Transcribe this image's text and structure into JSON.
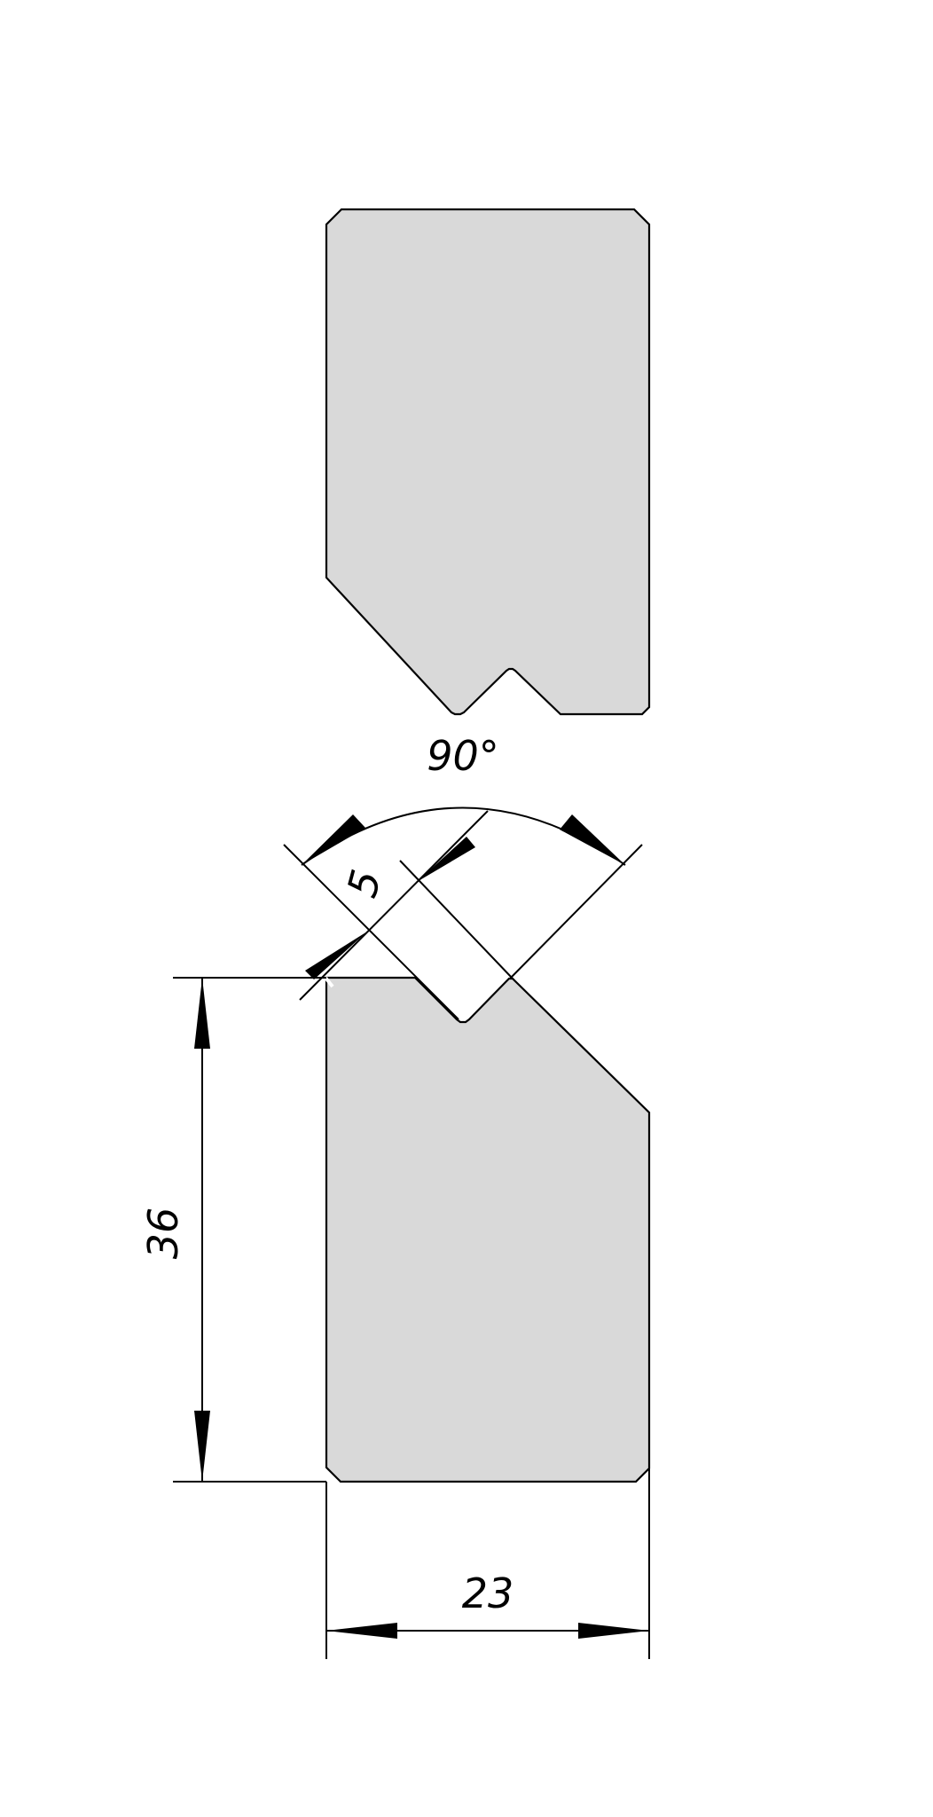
{
  "dimensions": {
    "angle": "90°",
    "offset": "5",
    "height": "36",
    "width": "23"
  },
  "colors": {
    "part_fill": "#d9d9d9",
    "line": "#000000",
    "background": "#ffffff"
  }
}
